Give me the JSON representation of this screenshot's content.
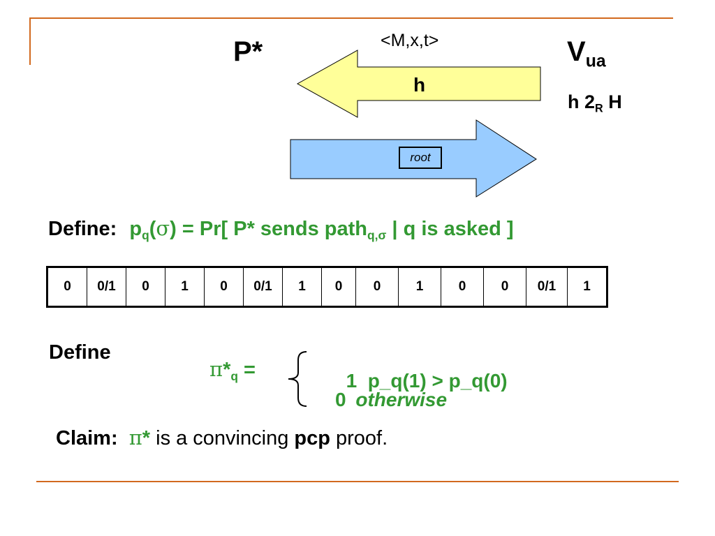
{
  "header": {
    "prover": "P*",
    "verifier_main": "V",
    "verifier_sub": "ua",
    "hash_line_pre": "h 2",
    "hash_line_sub": "R",
    "hash_line_post": " H",
    "message_top": "<M,x,t>",
    "arrow_h_label": "h",
    "arrow_root_label": "root"
  },
  "define1": {
    "label": "Define:",
    "p": "p",
    "q_sub": "q",
    "open": "(",
    "sigma": "σ",
    "mid": ") = Pr[ P* sends path",
    "path_sub": "q,σ",
    "end": " | q is asked ]"
  },
  "bits": [
    "0",
    "0/1",
    "0",
    "1",
    "0",
    "0/1",
    "1",
    "0",
    "0",
    "1",
    "0",
    "0",
    "0/1",
    "1"
  ],
  "define2": {
    "label": "Define",
    "pi": "π",
    "star": "*",
    "q_sub": "q",
    "eq": " =",
    "case1": "1  p_q(1) > p_q(0)",
    "case2_num": "0",
    "case2_word": "otherwise"
  },
  "claim": {
    "label": "Claim:",
    "pi": "π",
    "star": "*",
    "text1": " is a convincing ",
    "pcp": "pcp",
    "text2": " proof."
  },
  "colors": {
    "rule": "#d2691e",
    "green": "#339933",
    "arrow_yellow": "#ffff99",
    "arrow_blue": "#99ccff"
  }
}
